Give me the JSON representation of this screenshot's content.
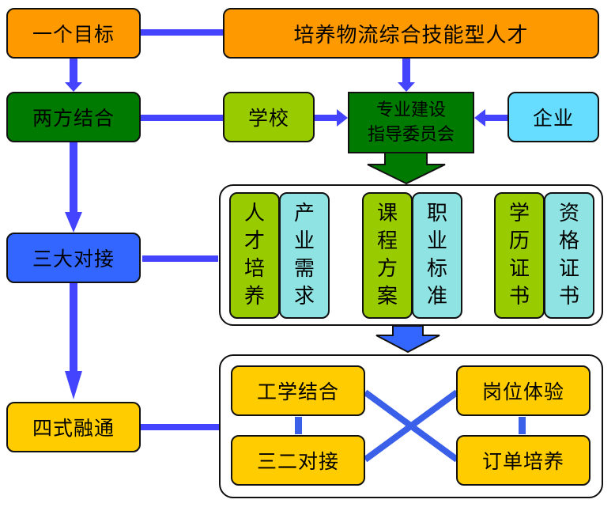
{
  "colors": {
    "orange": "#FF9900",
    "dark_green": "#007A00",
    "light_green": "#99CC00",
    "sky_blue": "#66DDFF",
    "royal_blue": "#3366FF",
    "gold": "#FFCC00",
    "teal": "#8FE3E3",
    "connector_blue": "#4444FF",
    "cross_blue": "#3A5FE8"
  },
  "levels": {
    "goal": {
      "label": "一个目标",
      "target": "培养物流综合技能型人才"
    },
    "two_parties": {
      "label": "两方结合",
      "school": "学校",
      "enterprise": "企业",
      "committee": [
        "专业建设",
        "指导委员会"
      ]
    },
    "three_docking": {
      "label": "三大对接",
      "pairs": [
        {
          "left": [
            "人",
            "才",
            "培",
            "养"
          ],
          "right": [
            "产",
            "业",
            "需",
            "求"
          ]
        },
        {
          "left": [
            "课",
            "程",
            "方",
            "案"
          ],
          "right": [
            "职",
            "业",
            "标",
            "准"
          ]
        },
        {
          "left": [
            "学",
            "历",
            "证",
            "书"
          ],
          "right": [
            "资",
            "格",
            "证",
            "书"
          ]
        }
      ]
    },
    "four_modes": {
      "label": "四式融通",
      "modes": [
        "工学结合",
        "三二对接",
        "岗位体验",
        "订单培养"
      ]
    }
  }
}
